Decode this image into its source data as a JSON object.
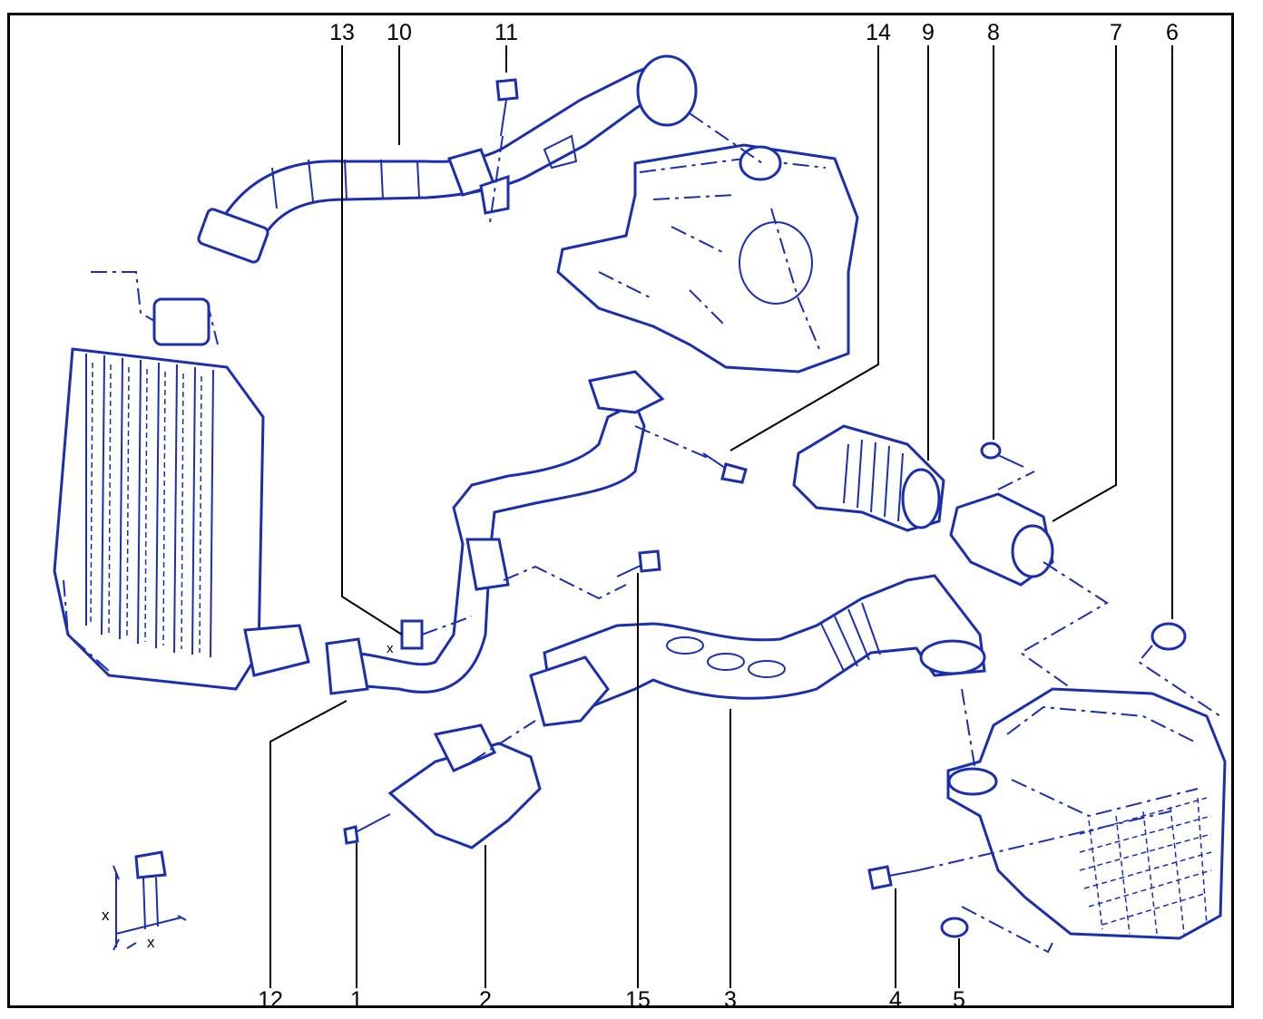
{
  "colors": {
    "ink": "#1a2fb0",
    "leader": "#000000",
    "frame": "#000000"
  },
  "callouts": [
    {
      "id": "13",
      "text": "13"
    },
    {
      "id": "10",
      "text": "10"
    },
    {
      "id": "11",
      "text": "11"
    },
    {
      "id": "14",
      "text": "14"
    },
    {
      "id": "9",
      "text": "9"
    },
    {
      "id": "8",
      "text": "8"
    },
    {
      "id": "7",
      "text": "7"
    },
    {
      "id": "6",
      "text": "6"
    },
    {
      "id": "12",
      "text": "12"
    },
    {
      "id": "1",
      "text": "1"
    },
    {
      "id": "2",
      "text": "2"
    },
    {
      "id": "15",
      "text": "15"
    },
    {
      "id": "3",
      "text": "3"
    },
    {
      "id": "4",
      "text": "4"
    },
    {
      "id": "5",
      "text": "5"
    }
  ],
  "dimension": {
    "symbol": "x"
  }
}
